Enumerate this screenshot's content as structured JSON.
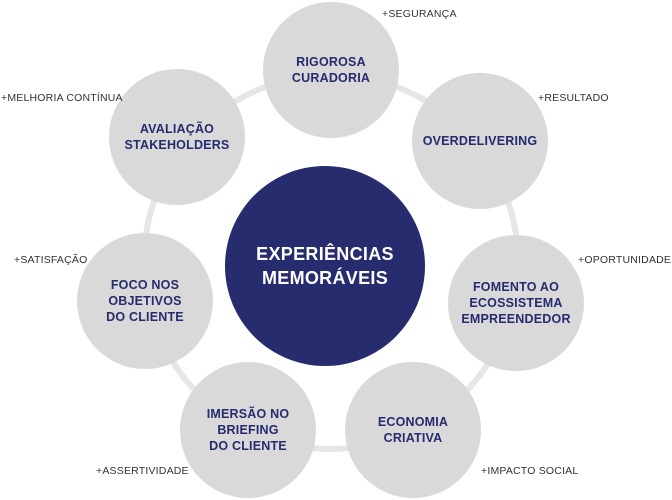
{
  "center": {
    "label": "EXPERIÊNCIAS\nMEMORÁVEIS"
  },
  "nodes": [
    {
      "label": "RIGOROSA\nCURADORIA",
      "benefit": "+SEGURANÇA"
    },
    {
      "label": "OVERDELIVERING",
      "benefit": "+RESULTADO"
    },
    {
      "label": "FOMENTO AO\nECOSSISTEMA\nEMPREENDEDOR",
      "benefit": "+OPORTUNIDADES"
    },
    {
      "label": "ECONOMIA\nCRIATIVA",
      "benefit": "+IMPACTO SOCIAL"
    },
    {
      "label": "IMERSÃO NO\nBRIEFING\nDO CLIENTE",
      "benefit": "+ASSERTIVIDADE"
    },
    {
      "label": "FOCO NOS\nOBJETIVOS\nDO CLIENTE",
      "benefit": "+SATISFAÇÃO"
    },
    {
      "label": "AVALIAÇÃO\nSTAKEHOLDERS",
      "benefit": "+MELHORIA CONTÍNUA"
    }
  ],
  "colors": {
    "center_fill": "#262c6e",
    "node_fill": "#d9d9d9",
    "node_text": "#252b6e",
    "ring": "#e6e6e6",
    "benefit_text": "#333333"
  }
}
